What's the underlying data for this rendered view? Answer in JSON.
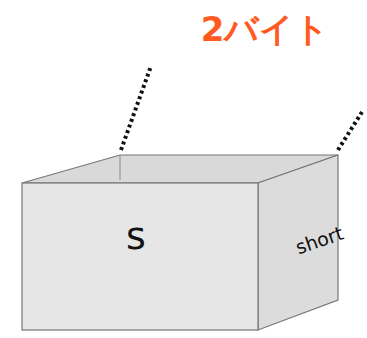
{
  "diagram": {
    "nodes": [
      {
        "text": [
          "s",
          "short"
        ]
      }
    ],
    "labels": [
      "2バイト"
    ]
  }
}
